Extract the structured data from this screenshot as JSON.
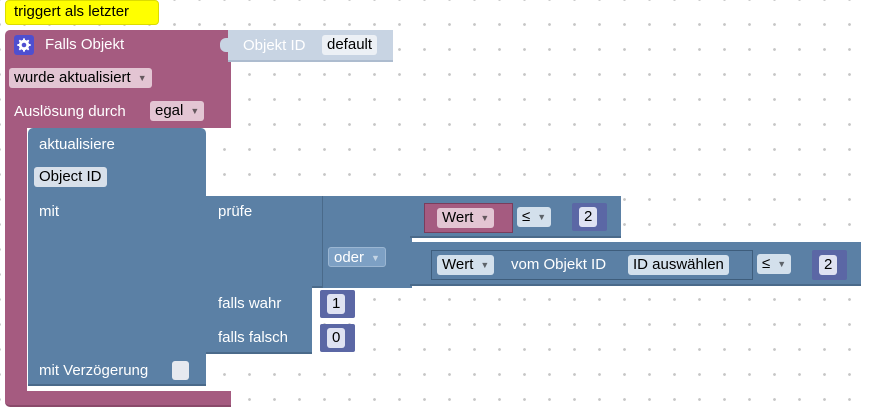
{
  "comment": {
    "text": "triggert als letzter"
  },
  "trigger": {
    "title": "Falls Objekt",
    "object_label": "Objekt ID",
    "object_value": "default",
    "event_value": "wurde aktualisiert",
    "trigger_label": "Auslösung durch",
    "trigger_value": "egal"
  },
  "update": {
    "title": "aktualisiere",
    "object_id_value": "Object ID",
    "with_label": "mit",
    "delay_label": "mit Verzögerung"
  },
  "ternary": {
    "check_label": "prüfe",
    "if_true_label": "falls wahr",
    "if_false_label": "falls falsch",
    "true_value": "1",
    "false_value": "0"
  },
  "logic_operator": "oder",
  "compare1": {
    "left_value": "Wert",
    "operator": "≤",
    "right_value": "2"
  },
  "compare2": {
    "property_value": "Wert",
    "from_label": "vom Objekt ID",
    "object_value": "ID auswählen",
    "operator": "≤",
    "right_value": "2"
  },
  "colors": {
    "trigger_block": "#a55b80",
    "trigger_shadow": "#8a4a6a",
    "control_block": "#5b80a5",
    "control_dark": "#4a6a8a",
    "number_block": "#5b67a5",
    "object_block": "#c8d4e3",
    "comment_bg": "#ffff00"
  }
}
